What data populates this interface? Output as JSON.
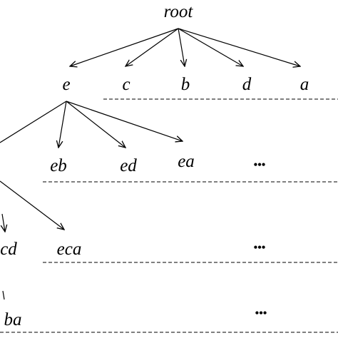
{
  "diagram": {
    "nodes": {
      "root": "root",
      "e": "e",
      "c": "c",
      "b": "b",
      "d": "d",
      "a": "a",
      "eb": "eb",
      "ed": "ed",
      "ea": "ea",
      "ecd": "cd",
      "eca": "eca",
      "eba": "ba"
    },
    "ellipsis": "•••",
    "colors": {
      "ink": "#000000",
      "background": "#ffffff"
    }
  }
}
